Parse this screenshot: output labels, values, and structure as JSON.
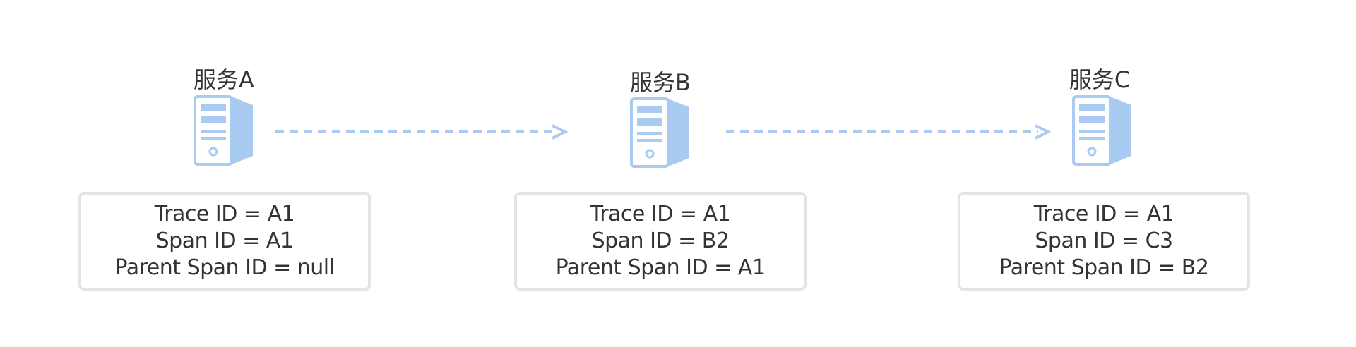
{
  "colors": {
    "icon": "#a9caf1",
    "arrow": "#a9caf1",
    "box_border": "#e4e4e4",
    "text": "#333333"
  },
  "services": [
    {
      "title": "服务A",
      "lines": [
        "Trace ID = A1",
        "Span ID = A1",
        "Parent Span ID = null"
      ]
    },
    {
      "title": "服务B",
      "lines": [
        "Trace ID = A1",
        "Span ID = B2",
        "Parent Span ID = A1"
      ]
    },
    {
      "title": "服务C",
      "lines": [
        "Trace ID = A1",
        "Span ID = C3",
        "Parent Span ID = B2"
      ]
    }
  ],
  "arrows": [
    {
      "from": "服务A",
      "to": "服务B",
      "style": "dashed"
    },
    {
      "from": "服务B",
      "to": "服务C",
      "style": "dashed"
    }
  ]
}
